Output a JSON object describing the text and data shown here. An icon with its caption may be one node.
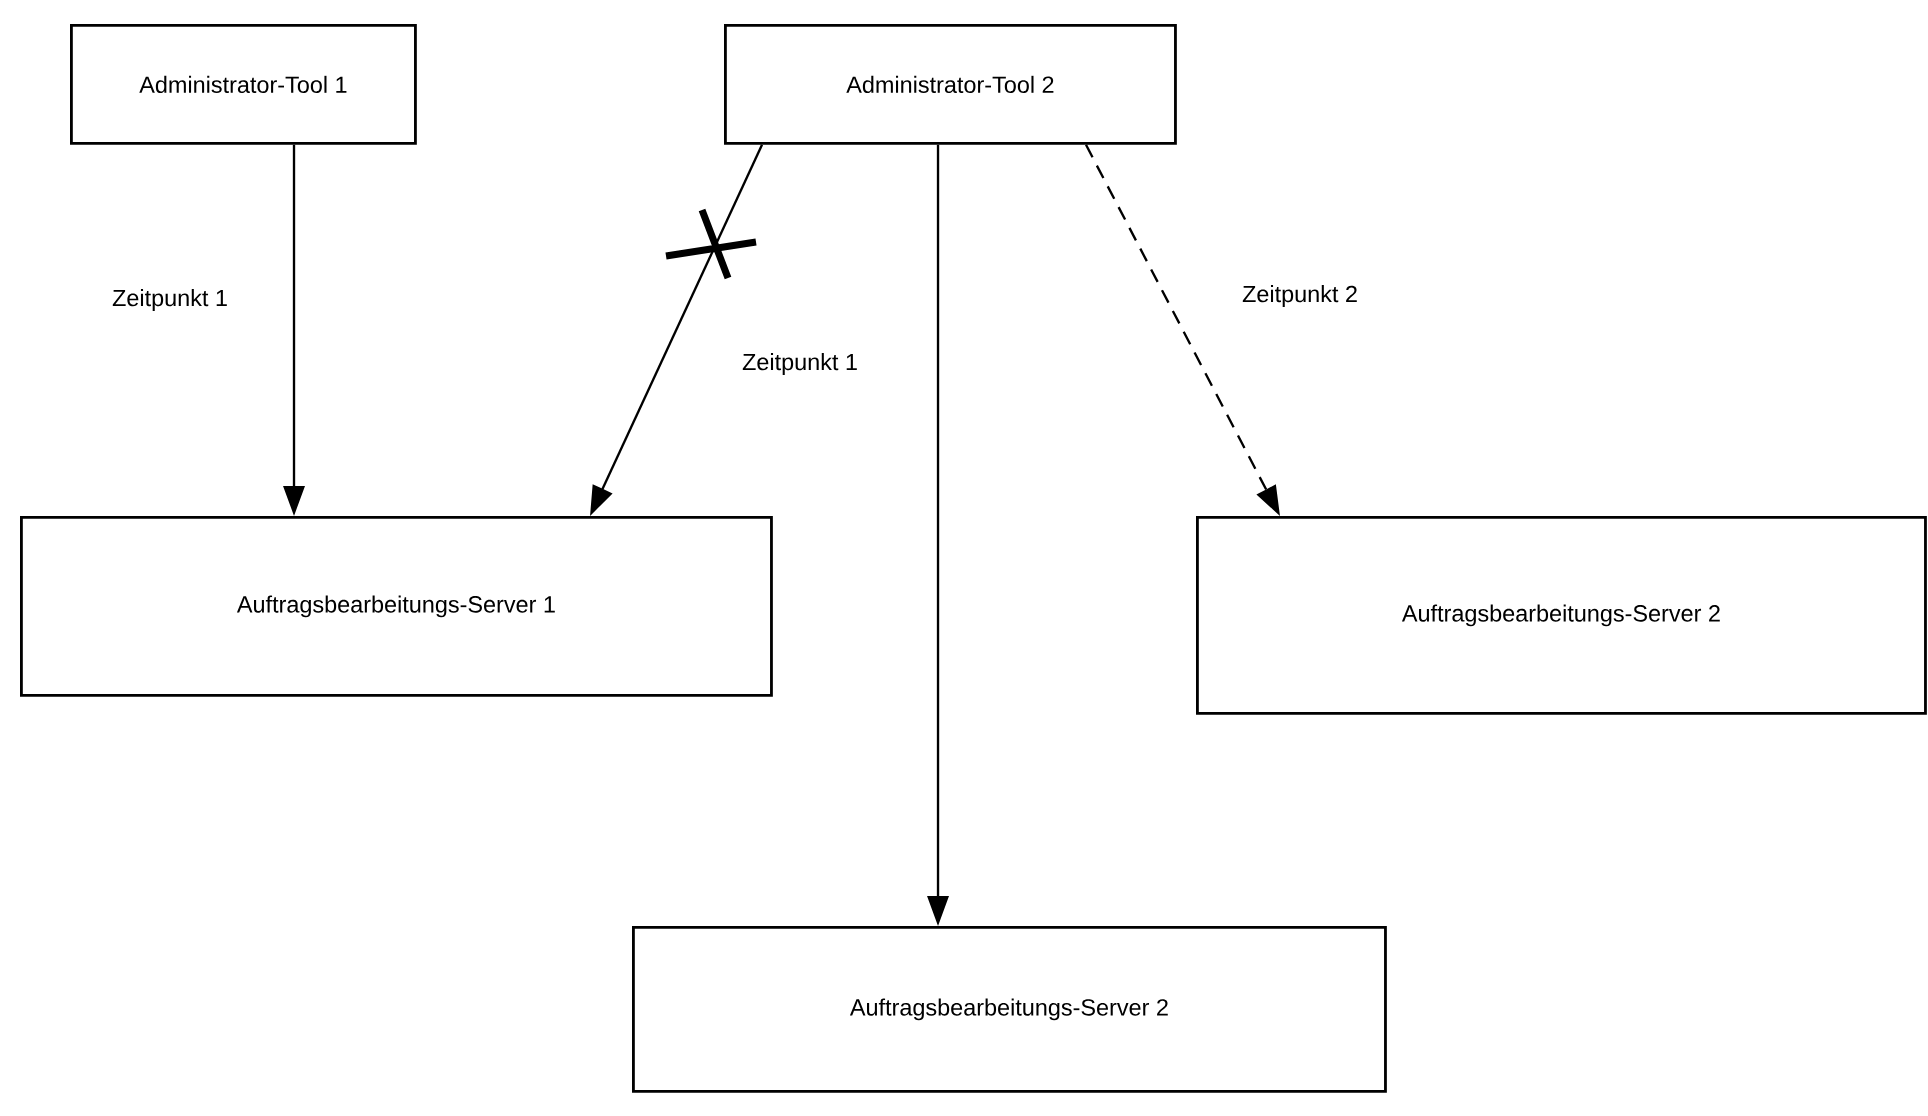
{
  "diagram": {
    "nodes": [
      {
        "text": [
          "Administrator-Tool 1"
        ]
      },
      {
        "text": [
          "Administrator-Tool 2"
        ]
      },
      {
        "text": [
          "Auftragsbearbeitungs-Server 1"
        ]
      },
      {
        "text": [
          "Auftragsbearbeitungs-Server 2"
        ]
      },
      {
        "text": [
          "Auftragsbearbeitungs-Server 2"
        ]
      }
    ],
    "edges": [
      {
        "from": 0,
        "to": 2,
        "arrow": "to",
        "label": "Zeitpunkt 1"
      },
      {
        "from": 1,
        "to": 2,
        "arrow": "to",
        "label": "Zeitpunkt 1"
      },
      {
        "from": 1,
        "to": 4,
        "arrow": "to"
      },
      {
        "from": 1,
        "to": 3,
        "arrow": "to",
        "label": "Zeitpunkt 2",
        "style": "dashed"
      }
    ]
  }
}
